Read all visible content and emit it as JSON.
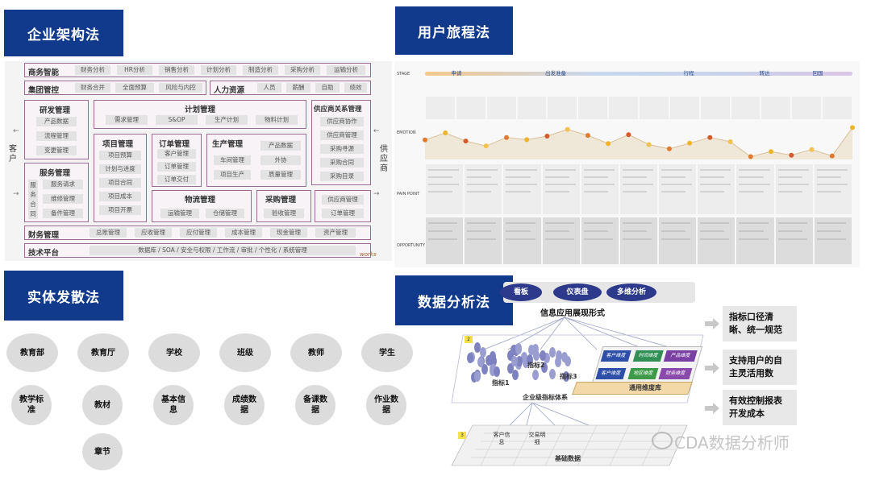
{
  "panels": {
    "enterprise": {
      "title": "企业架构法",
      "left_label": "客户",
      "right_label": "供应商",
      "rows": {
        "biz": {
          "label": "商务智能",
          "items": [
            "财务分析",
            "HR分析",
            "销售分析",
            "计划分析",
            "制造分析",
            "采购分析",
            "运输分析"
          ]
        },
        "group": {
          "label": "集团管控",
          "items": [
            "财务合并",
            "全面预算",
            "风险与内控"
          ]
        },
        "hr": {
          "label": "人力资源",
          "items": [
            "人员",
            "薪酬",
            "自助",
            "绩效"
          ]
        },
        "rd": {
          "label": "研发管理",
          "items": [
            "产品数据",
            "流程管理",
            "变更管理"
          ]
        },
        "plan": {
          "label": "计划管理",
          "items": [
            "需求管理",
            "S&OP",
            "生产计划",
            "物料计划"
          ]
        },
        "srm": {
          "label": "供应商关系管理",
          "items": [
            "供应商协作",
            "供应商管理",
            "采购寻源",
            "采购合同",
            "采购目录"
          ]
        },
        "svc": {
          "label": "服务管理",
          "vertical": "服务合同",
          "items": [
            "服务请求",
            "维修管理",
            "备件管理"
          ]
        },
        "proj": {
          "label": "项目管理",
          "items": [
            "项目预算",
            "计划与进度",
            "项目合同",
            "项目成本",
            "项目开票"
          ]
        },
        "order": {
          "label": "订单管理",
          "items": [
            "客户管理",
            "订单管理",
            "订单交付"
          ]
        },
        "prod": {
          "label": "生产管理",
          "items": [
            "车间管理",
            "项目生产",
            "产品数据",
            "外协",
            "质量管理"
          ]
        },
        "logi": {
          "label": "物流管理",
          "items": [
            "运输管理",
            "仓储管理"
          ]
        },
        "purch": {
          "label": "采购管理",
          "items": [
            "验收管理"
          ]
        },
        "supmgmt": {
          "items": [
            "供应商管理",
            "订单管理"
          ]
        },
        "fin": {
          "label": "财务管理",
          "items": [
            "总账管理",
            "应收管理",
            "应付管理",
            "成本管理",
            "现金管理",
            "资产管理"
          ]
        },
        "tech": {
          "label": "技术平台",
          "text": "数据库 / SOA / 安全与权限 / 工作流 / 审批 / 个性化 / 系统管理"
        }
      },
      "logo": "works"
    },
    "journey": {
      "title": "用户旅程法",
      "row_labels": {
        "stage": "STAGE",
        "emotion": "EMOTION",
        "pain": "PAIN POINT",
        "opportunity": "OPPORTUNITY"
      },
      "stages": [
        "申请",
        "出发准备",
        "行程",
        "转达",
        "回国"
      ],
      "emotion": [
        0.55,
        0.75,
        0.52,
        0.38,
        0.62,
        0.56,
        0.66,
        0.85,
        0.68,
        0.45,
        0.7,
        0.42,
        0.3,
        0.46,
        0.62,
        0.5,
        0.08,
        0.22,
        0.12,
        0.28,
        0.1,
        0.9
      ]
    },
    "entity": {
      "title": "实体发散法",
      "row1": [
        "教育部",
        "教育厅",
        "学校",
        "班级",
        "教师",
        "学生"
      ],
      "row2": [
        "教学标准",
        "教材",
        "基本信息",
        "成绩数据",
        "备课数据",
        "作业数据"
      ],
      "row3": [
        "章节"
      ]
    },
    "analysis": {
      "title": "数据分析法",
      "top_ovals": [
        "看板",
        "仪表盘",
        "多维分析"
      ],
      "display_title": "信息应用展现形式",
      "layer_nums": [
        "2",
        "3"
      ],
      "metrics": [
        "指标1",
        "指标2",
        "指标3"
      ],
      "system_label": "企业级指标体系",
      "dim_label": "通用维度库",
      "grid_chips": [
        "客户维度",
        "时间维度",
        "产品维度",
        "客户维度",
        "地区维度",
        "财务维度"
      ],
      "base_items": [
        "客户信息",
        "交易明细"
      ],
      "base_label": "基础数据",
      "right_boxes": [
        "指标口径清晰、统一规范",
        "支持用户的自主灵活用数",
        "有效控制报表开发成本"
      ],
      "watermark": "CDA数据分析师"
    }
  }
}
